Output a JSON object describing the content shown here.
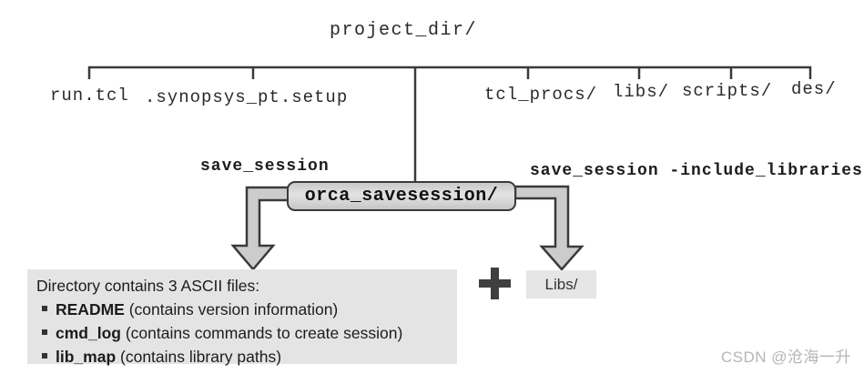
{
  "tree": {
    "root": "project_dir/",
    "children": [
      "run.tcl",
      ".synopsys_pt.setup",
      "tcl_procs/",
      "libs/",
      "scripts/",
      "des/"
    ]
  },
  "commands": {
    "left": "save_session",
    "right": "save_session -include_libraries"
  },
  "session_box": {
    "label": "orca_savesession/"
  },
  "info_box": {
    "title": "Directory contains 3 ASCII files:",
    "items": [
      {
        "name": "README",
        "desc": " (contains version information)"
      },
      {
        "name": "cmd_log",
        "desc": " (contains commands to create session)"
      },
      {
        "name": "lib_map",
        "desc": " (contains library paths)"
      }
    ]
  },
  "icons": {
    "plus": "+",
    "bullet": "square-bullet"
  },
  "libs_box": {
    "label": "Libs/"
  },
  "watermark": "CSDN @沧海一升",
  "colors": {
    "line": "#3a3a3a",
    "text": "#1f1f1f",
    "box-fill": "#d6d6d6",
    "panel-bg": "#e4e4e4",
    "arrow-fill": "#cccccc",
    "watermark": "#b5b5b5"
  }
}
